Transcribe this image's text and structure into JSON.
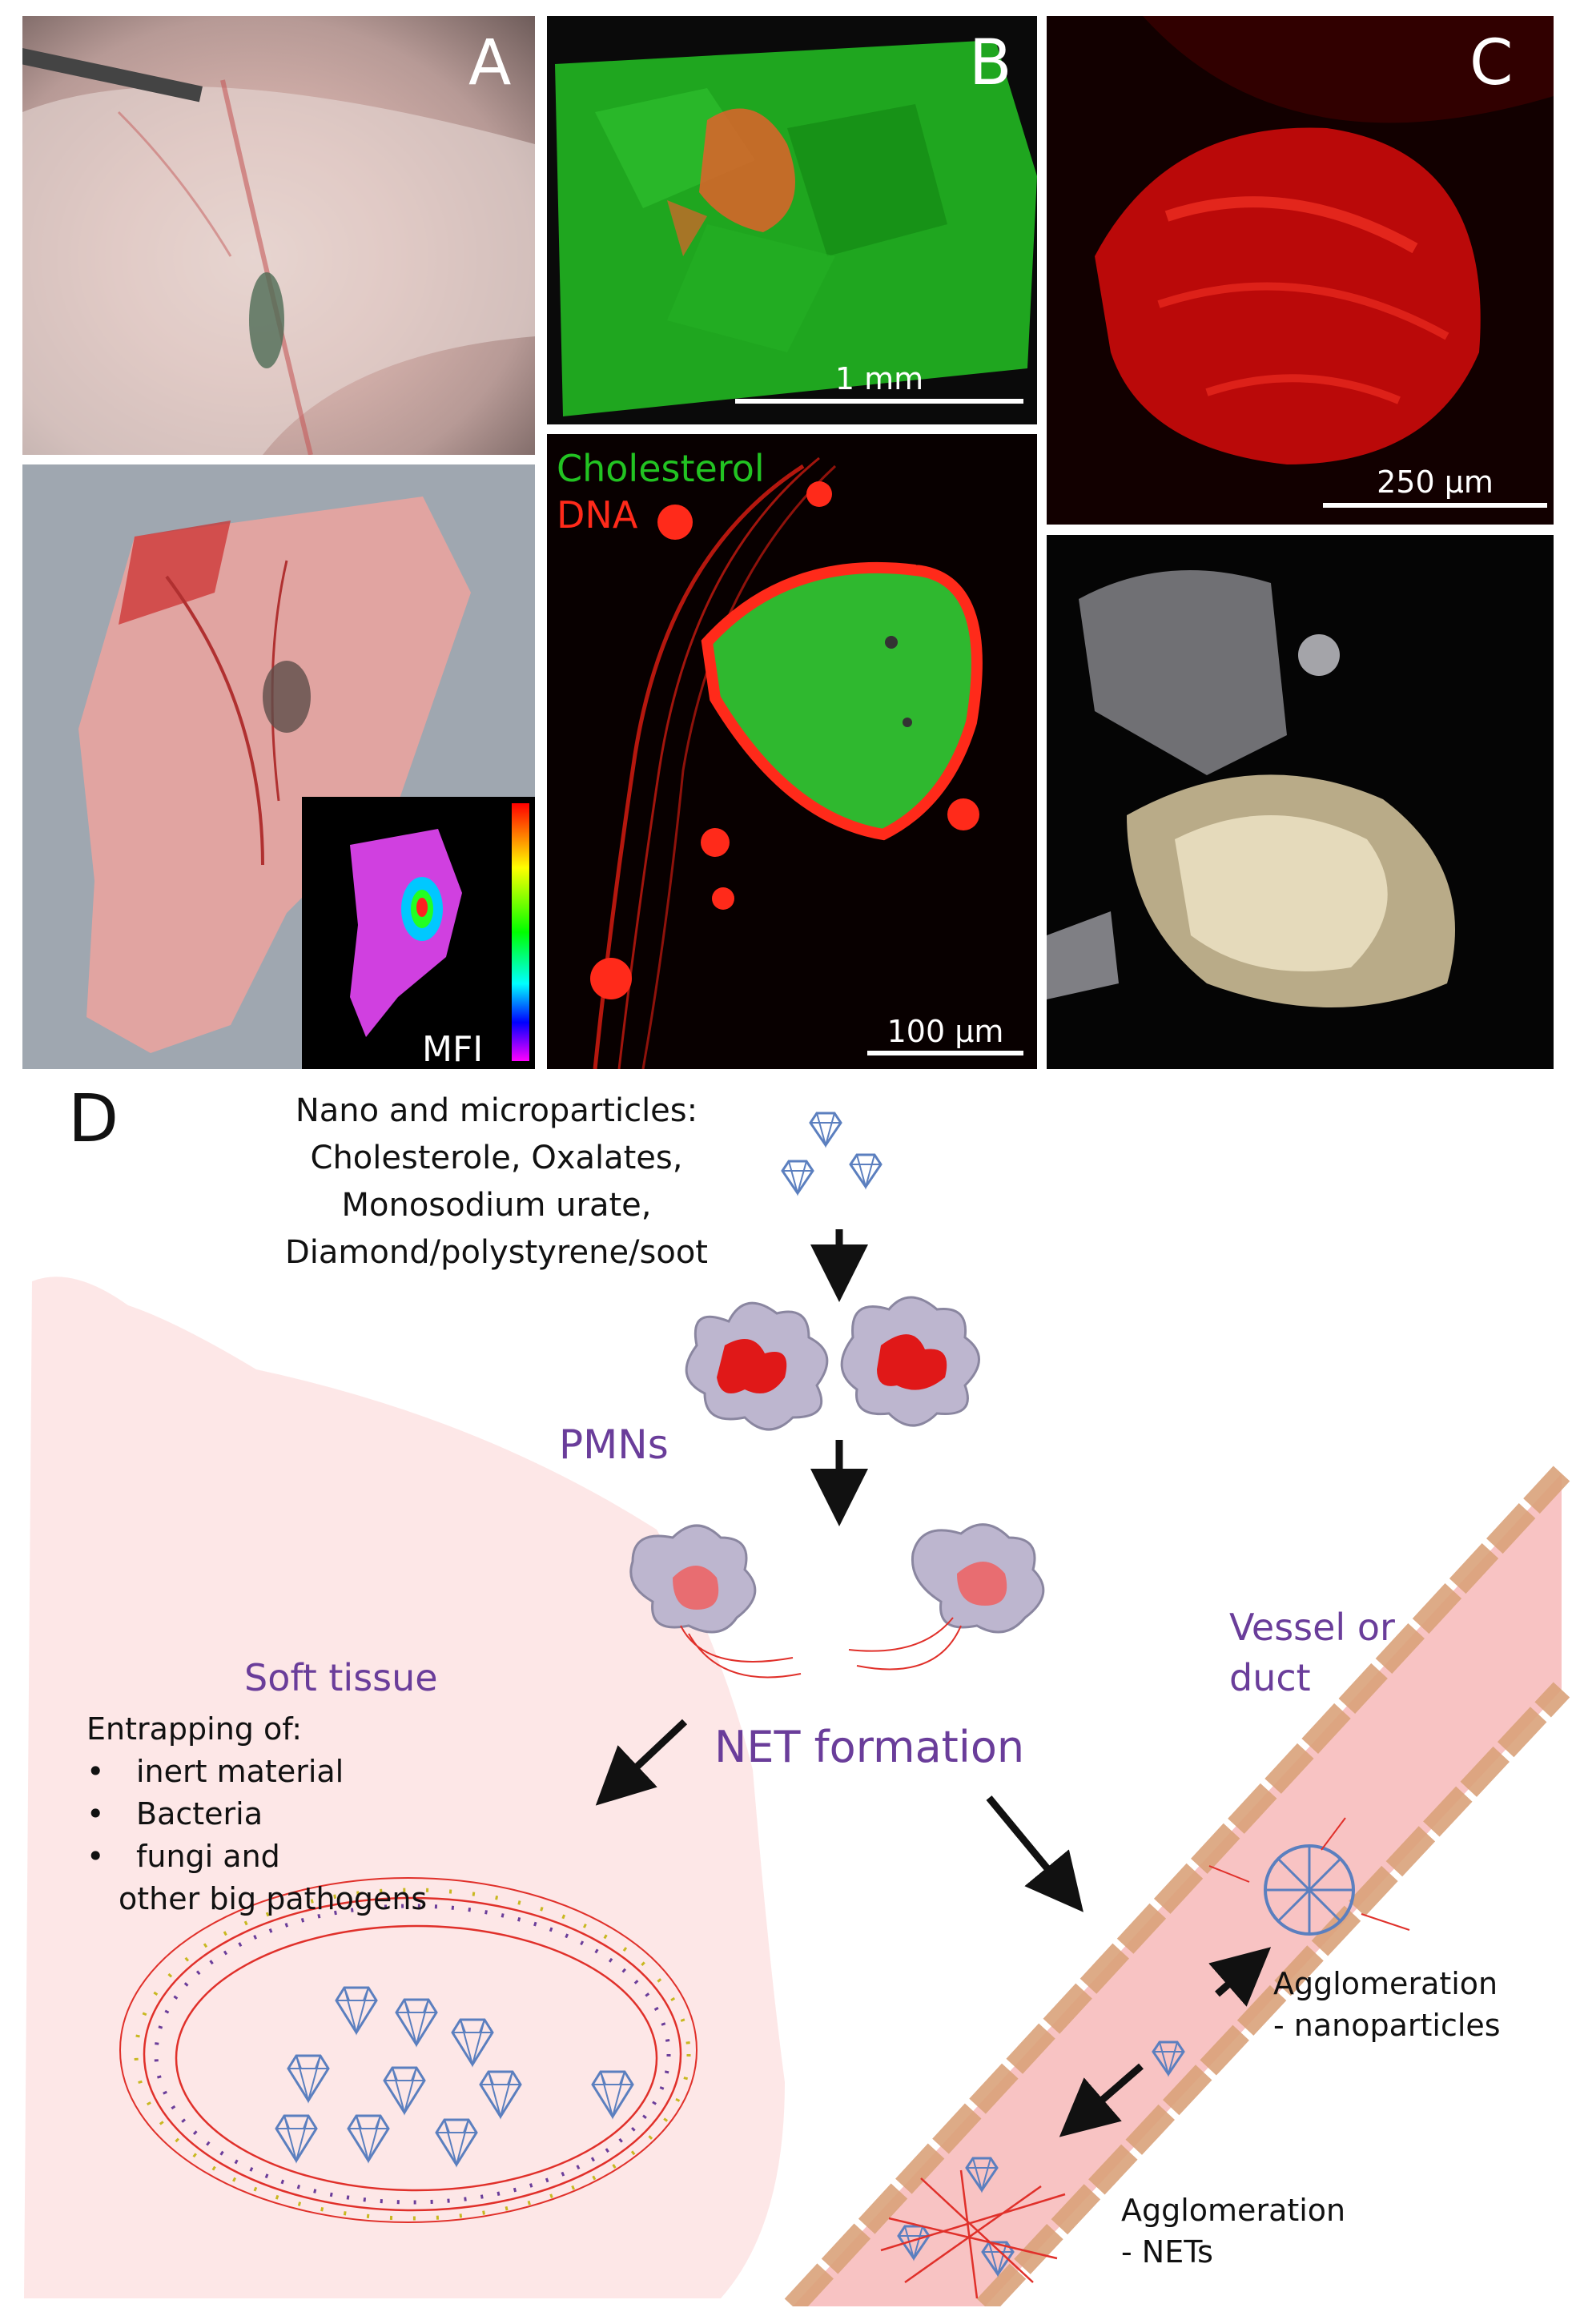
{
  "panels": {
    "A": {
      "label": "A",
      "inset_label": "MFI"
    },
    "B": {
      "label": "B",
      "scalebar": "1 mm",
      "legend_cholesterol": "Cholesterol",
      "legend_dna": "DNA",
      "scalebar2": "100 µm"
    },
    "C": {
      "label": "C",
      "scalebar": "250 µm"
    }
  },
  "diagram": {
    "label": "D",
    "particles_title": "Nano and microparticles:",
    "particles_lines": [
      "Cholesterole, Oxalates,",
      "Monosodium urate,",
      "Diamond/polystyrene/soot"
    ],
    "pmns": "PMNs",
    "net_formation": "NET formation",
    "soft_tissue": "Soft tissue",
    "entrapping_title": "Entrapping of:",
    "entrapping_items": [
      "inert material",
      "Bacteria",
      "fungi and"
    ],
    "entrapping_cont": "other big pathogens",
    "vessel_line1": "Vessel or",
    "vessel_line2": "duct",
    "agg_nano_line1": "Agglomeration",
    "agg_nano_line2": "- nanoparticles",
    "agg_nets_line1": "Agglomeration",
    "agg_nets_line2": "- NETs"
  },
  "colors": {
    "accent_purple": "#6a3d9a",
    "net_red": "#e0302a",
    "diamond_blue": "#5b7fbf",
    "cholesterol_green": "#22c322",
    "dna_red": "#ff2a1a"
  }
}
